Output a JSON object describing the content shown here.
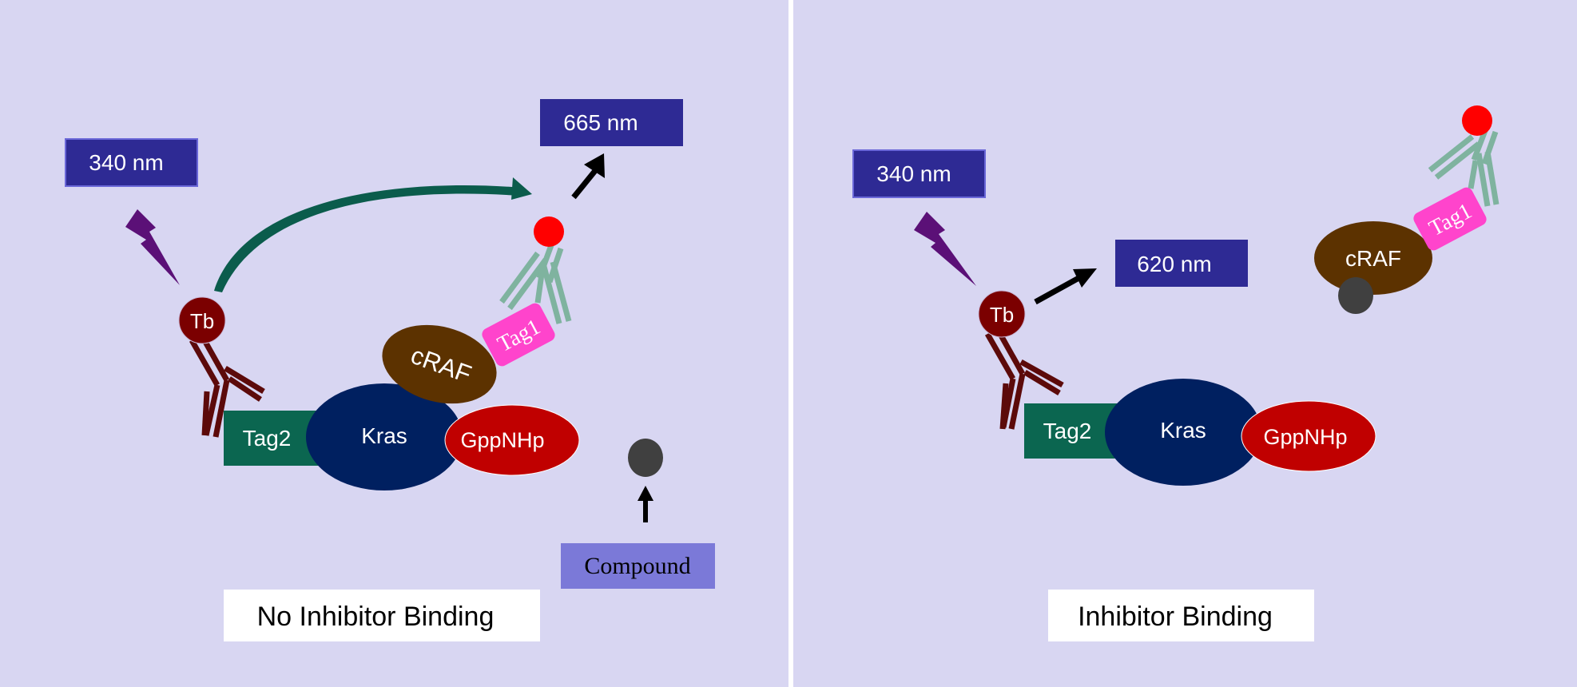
{
  "left_panel": {
    "excitation_label": "340 nm",
    "emission_label": "665 nm",
    "tb_label": "Tb",
    "tag2_label": "Tag2",
    "kras_label": "Kras",
    "gppnhp_label": "GppNHp",
    "craf_label": "cRAF",
    "tag1_label": "Tag1",
    "compound_label": "Compound",
    "caption": "No Inhibitor Binding"
  },
  "right_panel": {
    "excitation_label": "340 nm",
    "emission_label": "620 nm",
    "tb_label": "Tb",
    "tag2_label": "Tag2",
    "kras_label": "Kras",
    "gppnhp_label": "GppNHp",
    "craf_label": "cRAF",
    "tag1_label": "Tag1",
    "caption": "Inhibitor Binding"
  },
  "colors": {
    "background": "#d8d6f2",
    "label_box": "#2e2a94",
    "compound_box": "#7b79d8",
    "tag2": "#0b6650",
    "kras": "#002060",
    "gppnhp": "#c00000",
    "craf": "#5c3200",
    "tag1": "#ff44cc",
    "tb": "#7b0000",
    "antibody_dark": "#5c0a0a",
    "antibody_light": "#7fb39f",
    "acceptor_dot": "#ff0000",
    "compound_dot": "#404040",
    "lightning": "#5b1077",
    "fret_arrow": "#0b5c4c"
  }
}
